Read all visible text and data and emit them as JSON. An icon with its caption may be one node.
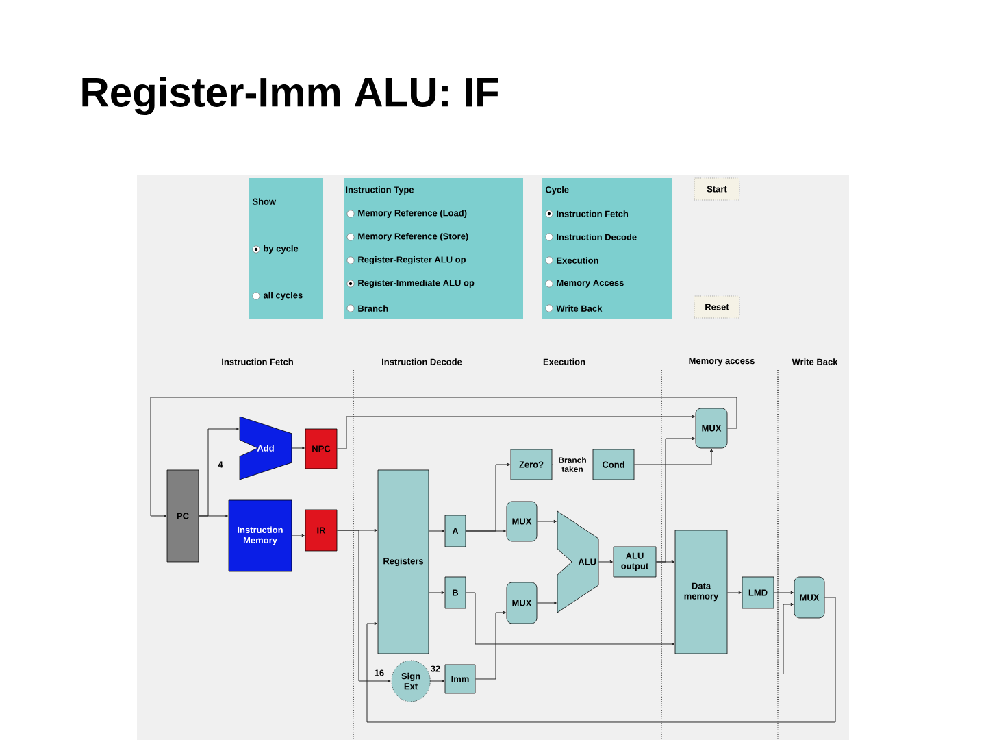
{
  "diagram": {
    "title": "Register-Imm ALU: IF",
    "nodes": [
      {
        "text": [
          "Show",
          "by cycle",
          "all cycles"
        ]
      },
      {
        "text": [
          "Instruction Type",
          "Memory Reference (Load)",
          "Memory Reference (Store)",
          "Register-Register ALU op",
          "Register-Immediate ALU op",
          "Branch"
        ]
      },
      {
        "text": [
          "Cycle",
          "Instruction Fetch",
          "Instruction Decode",
          "Execution",
          "Memory Access",
          "Write Back"
        ]
      },
      {
        "text": [
          "Start"
        ]
      },
      {
        "text": [
          "Reset"
        ]
      },
      {
        "text": [
          "PC"
        ]
      },
      {
        "text": [
          "Add"
        ]
      },
      {
        "text": [
          "NPC"
        ]
      },
      {
        "text": [
          "Instruction Memory"
        ]
      },
      {
        "text": [
          "IR"
        ]
      },
      {
        "text": [
          "Registers"
        ]
      },
      {
        "text": [
          "A"
        ]
      },
      {
        "text": [
          "B"
        ]
      },
      {
        "text": [
          "Sign Ext"
        ]
      },
      {
        "text": [
          "Imm"
        ]
      },
      {
        "text": [
          "Zero?"
        ]
      },
      {
        "text": [
          "Cond"
        ]
      },
      {
        "text": [
          "MUX"
        ]
      },
      {
        "text": [
          "MUX"
        ]
      },
      {
        "text": [
          "ALU"
        ]
      },
      {
        "text": [
          "ALU output"
        ]
      },
      {
        "text": [
          "MUX"
        ]
      },
      {
        "text": [
          "Data memory"
        ]
      },
      {
        "text": [
          "LMD"
        ]
      },
      {
        "text": [
          "MUX"
        ]
      }
    ],
    "edges": [
      {
        "from": 5,
        "to": 8,
        "arrow": "to"
      },
      {
        "from": 5,
        "to": 6,
        "arrow": "to"
      },
      {
        "from": 6,
        "to": 7,
        "arrow": "to"
      },
      {
        "from": 8,
        "to": 9,
        "arrow": "to"
      },
      {
        "from": 9,
        "to": 10,
        "arrow": "to"
      },
      {
        "from": 9,
        "to": 13,
        "arrow": "to"
      },
      {
        "from": 7,
        "to": 21,
        "arrow": "to"
      },
      {
        "from": 21,
        "to": 5,
        "arrow": "to"
      },
      {
        "from": 10,
        "to": 11,
        "arrow": "to"
      },
      {
        "from": 10,
        "to": 12,
        "arrow": "to"
      },
      {
        "from": 13,
        "to": 14,
        "arrow": "to"
      },
      {
        "from": 11,
        "to": 15,
        "arrow": "to"
      },
      {
        "from": 11,
        "to": 17,
        "arrow": "to"
      },
      {
        "from": 12,
        "to": 22,
        "arrow": "to"
      },
      {
        "from": 14,
        "to": 18,
        "arrow": "to"
      },
      {
        "from": 17,
        "to": 19,
        "arrow": "to"
      },
      {
        "from": 18,
        "to": 19,
        "arrow": "to"
      },
      {
        "from": 19,
        "to": 20,
        "arrow": "to"
      },
      {
        "from": 20,
        "to": 22,
        "arrow": "to"
      },
      {
        "from": 20,
        "to": 21,
        "arrow": "to"
      },
      {
        "from": 15,
        "to": 16,
        "arrow": "to",
        "label": "Branch taken"
      },
      {
        "from": 16,
        "to": 21,
        "arrow": "to"
      },
      {
        "from": 22,
        "to": 23,
        "arrow": "to"
      },
      {
        "from": 23,
        "to": 24,
        "arrow": "to"
      },
      {
        "from": null,
        "to": 24,
        "arrow": "to"
      },
      {
        "from": 24,
        "to": 10,
        "arrow": "to"
      }
    ],
    "labels": [
      "Instruction Fetch",
      "Instruction Decode",
      "Execution",
      "Memory access",
      "Write Back",
      "4",
      "16",
      "32"
    ]
  }
}
